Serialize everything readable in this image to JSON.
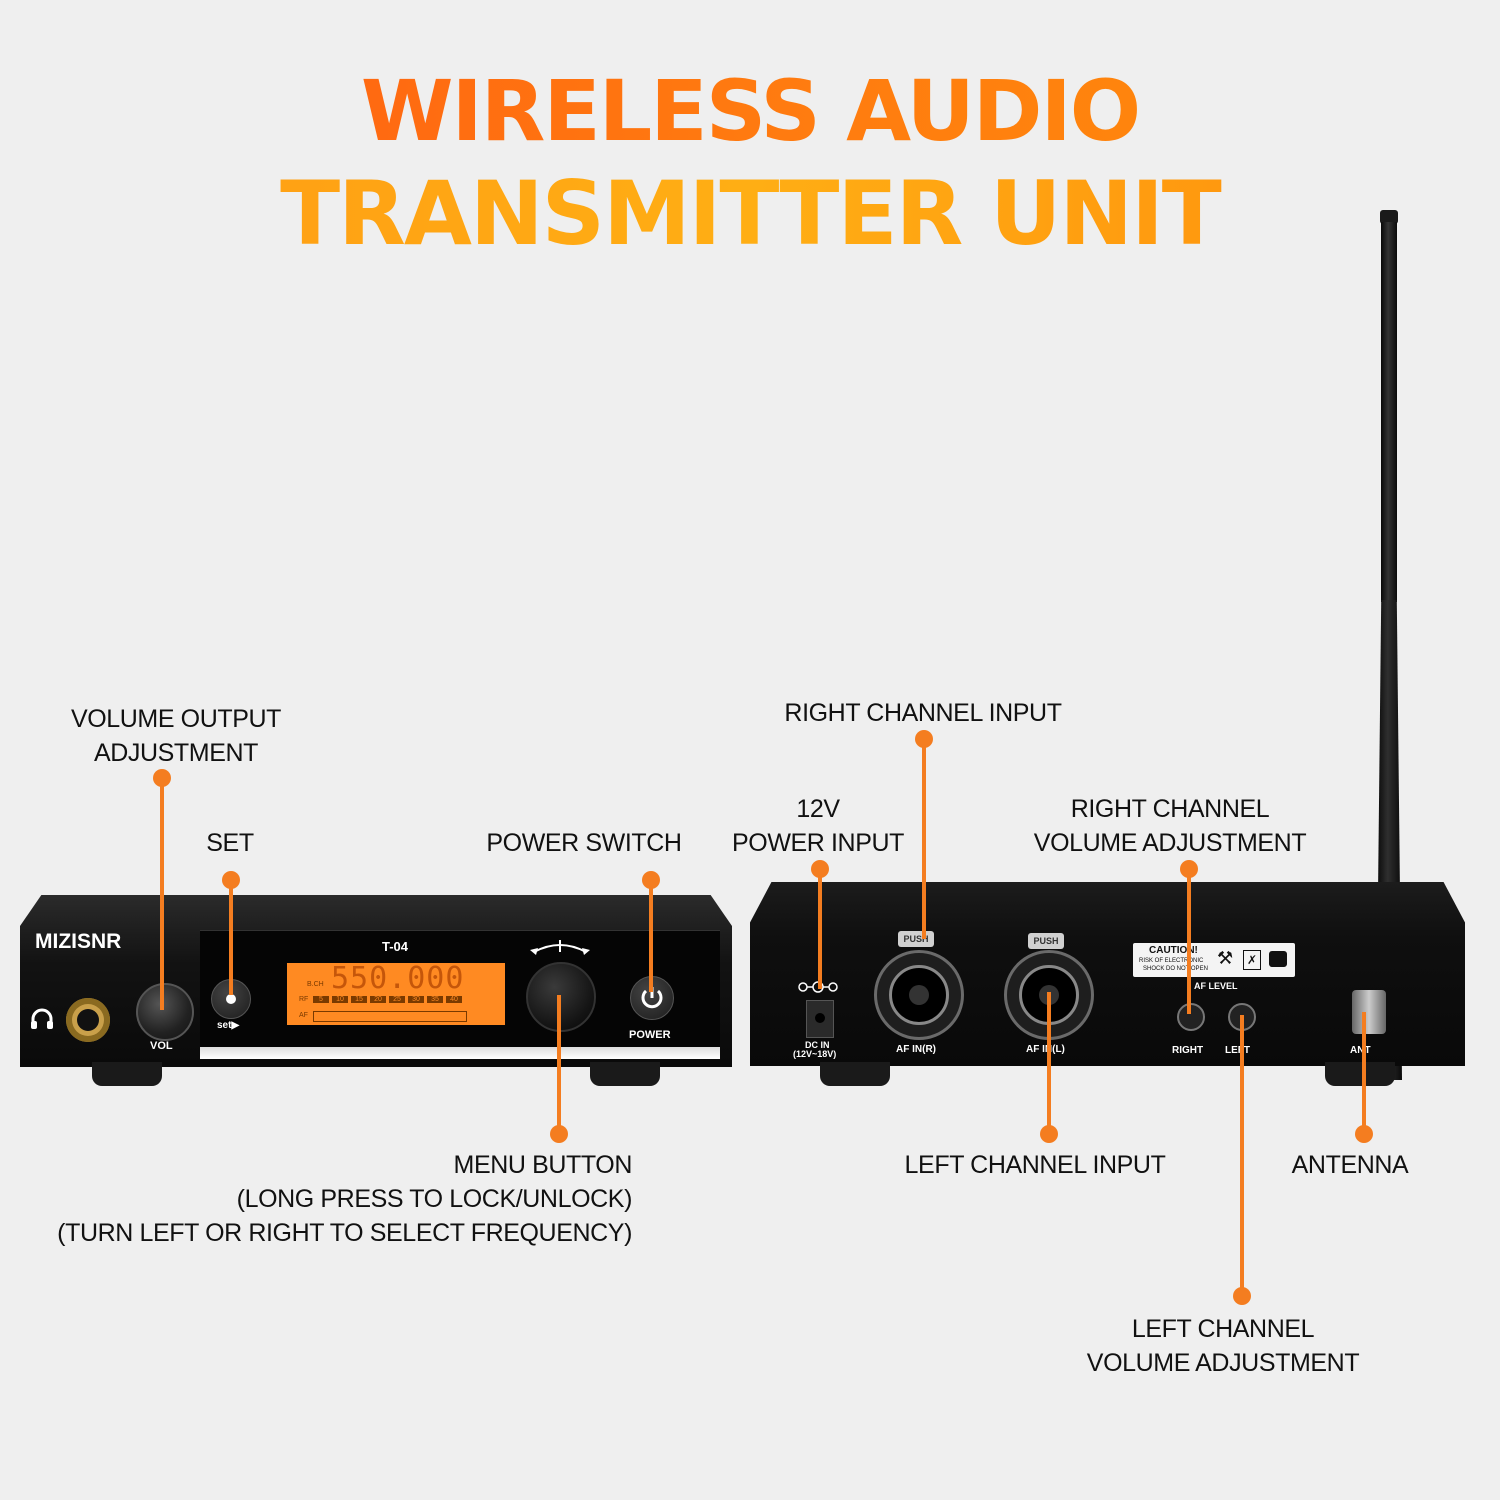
{
  "title": {
    "line1": "WIRELESS AUDIO",
    "line2": "TRANSMITTER UNIT"
  },
  "callouts": {
    "volume_output_line1": "VOLUME OUTPUT",
    "volume_output_line2": "ADJUSTMENT",
    "set": "SET",
    "power_switch": "POWER SWITCH",
    "menu_button_line1": "MENU BUTTON",
    "menu_button_line2": "(LONG PRESS TO LOCK/UNLOCK)",
    "menu_button_line3": "(TURN LEFT OR RIGHT TO SELECT FREQUENCY)",
    "right_channel_input": "RIGHT CHANNEL INPUT",
    "power_input_line1": "12V",
    "power_input_line2": "POWER INPUT",
    "right_volume_line1": "RIGHT CHANNEL",
    "right_volume_line2": "VOLUME ADJUSTMENT",
    "left_channel_input": "LEFT CHANNEL INPUT",
    "antenna": "ANTENNA",
    "left_volume_line1": "LEFT CHANNEL",
    "left_volume_line2": "VOLUME ADJUSTMENT"
  },
  "front_panel": {
    "brand": "MIZISNR",
    "model": "T-04",
    "vol_label": "VOL",
    "set_label": "set▶",
    "power_label": "POWER",
    "display_frequency": "550.000",
    "display_bch": "B.CH",
    "display_rf": "RF",
    "display_af": "AF",
    "display_scale": [
      "5",
      "10",
      "15",
      "20",
      "25",
      "30",
      "35",
      "40"
    ]
  },
  "rear_panel": {
    "dc_in_line1": "DC IN",
    "dc_in_line2": "(12V~18V)",
    "af_in_r": "AF IN(R)",
    "af_in_l": "AF IN(L)",
    "push": "PUSH",
    "caution_title": "CAUTION!",
    "caution_text1": "RISK OF ELECTRONIC",
    "caution_text2": "SHOCK DO NOT OPEN",
    "af_level": "AF LEVEL",
    "right": "RIGHT",
    "left": "LEFT",
    "ant": "ANT"
  },
  "colors": {
    "accent": "#f47d20",
    "display": "#ff8a22"
  }
}
